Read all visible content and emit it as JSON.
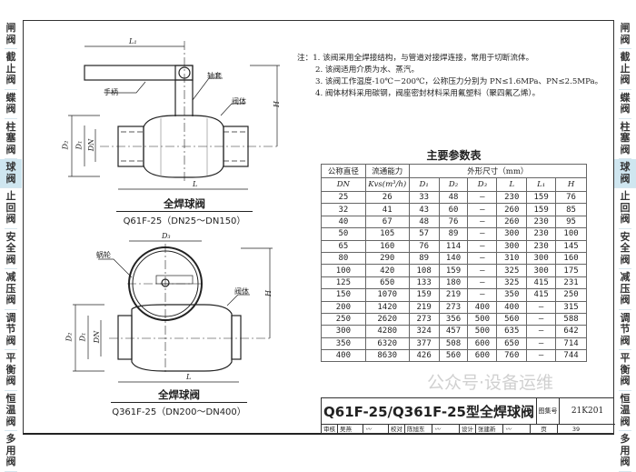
{
  "sidebar": {
    "items": [
      {
        "label": "闸阀"
      },
      {
        "label": "截止阀"
      },
      {
        "label": "蝶阀"
      },
      {
        "label": "柱塞阀"
      },
      {
        "label": "球阀",
        "active": true
      },
      {
        "label": "止回阀"
      },
      {
        "label": "安全阀"
      },
      {
        "label": "减压阀"
      },
      {
        "label": "调节阀"
      },
      {
        "label": "平衡阀"
      },
      {
        "label": "恒温阀"
      },
      {
        "label": "多用阀"
      }
    ]
  },
  "notes": {
    "prefix": "注：",
    "lines": [
      "1. 该阀采用全焊接结构，与管道对接焊连接，常用于切断流体。",
      "2. 该阀适用介质为水、蒸汽。",
      "3. 该阀工作温度-10℃－200℃，公称压力分别为 PN≤1.6MPa、PN≤2.5MPa。",
      "4. 阀体材料采用碳钢，阀座密封材料采用氟塑料（聚四氟乙烯）。"
    ]
  },
  "drawing1": {
    "labels": {
      "handle": "手柄",
      "sleeve": "轴套",
      "body": "阀体"
    },
    "dims": {
      "L1": "L₁",
      "L": "L",
      "H": "H",
      "D2": "D₂",
      "D1": "D₁",
      "DN": "DN"
    },
    "caption": "全焊球阀",
    "subcaption": "Q61F-25（DN25～DN150）"
  },
  "drawing2": {
    "labels": {
      "worm": "蜗轮",
      "body": "阀体"
    },
    "dims": {
      "D3": "D₃",
      "L": "L",
      "H": "H",
      "D2": "D₂",
      "D1": "D₁",
      "DN": "DN"
    },
    "caption": "全焊球阀",
    "subcaption": "Q361F-25（DN200～DN400）"
  },
  "table": {
    "title": "主要参数表",
    "head1": [
      "公称直径",
      "流通能力",
      "外形尺寸（mm）"
    ],
    "head2": [
      "DN",
      "Kvs(m³/h)",
      "D₁",
      "D₂",
      "D₃",
      "L",
      "L₁",
      "H"
    ],
    "rows": [
      [
        "25",
        "26",
        "33",
        "48",
        "—",
        "230",
        "159",
        "76"
      ],
      [
        "32",
        "41",
        "43",
        "60",
        "—",
        "260",
        "159",
        "85"
      ],
      [
        "40",
        "67",
        "48",
        "76",
        "—",
        "260",
        "230",
        "95"
      ],
      [
        "50",
        "105",
        "57",
        "89",
        "—",
        "300",
        "230",
        "100"
      ],
      [
        "65",
        "160",
        "76",
        "114",
        "—",
        "300",
        "230",
        "145"
      ],
      [
        "80",
        "290",
        "89",
        "140",
        "—",
        "310",
        "300",
        "160"
      ],
      [
        "100",
        "420",
        "108",
        "159",
        "—",
        "325",
        "300",
        "175"
      ],
      [
        "125",
        "650",
        "133",
        "180",
        "—",
        "325",
        "415",
        "231"
      ],
      [
        "150",
        "1070",
        "159",
        "219",
        "—",
        "350",
        "415",
        "250"
      ],
      [
        "200",
        "1420",
        "219",
        "273",
        "400",
        "400",
        "—",
        "315"
      ],
      [
        "250",
        "2620",
        "273",
        "356",
        "500",
        "560",
        "—",
        "588"
      ],
      [
        "300",
        "4280",
        "324",
        "457",
        "500",
        "635",
        "—",
        "642"
      ],
      [
        "350",
        "6320",
        "377",
        "508",
        "600",
        "650",
        "—",
        "714"
      ],
      [
        "400",
        "8630",
        "426",
        "560",
        "600",
        "760",
        "—",
        "744"
      ]
    ]
  },
  "titleblock": {
    "title": "Q61F-25/Q361F-25型全焊球阀",
    "atlas_label": "图集号",
    "atlas_no": "21K201",
    "review_label": "审核",
    "reviewer": "吴燕",
    "check_label": "校对",
    "checker": "陈旭东",
    "design_label": "设计",
    "designer": "张建新",
    "page_label": "页",
    "page": "39"
  },
  "watermark": "公众号·设备运维"
}
